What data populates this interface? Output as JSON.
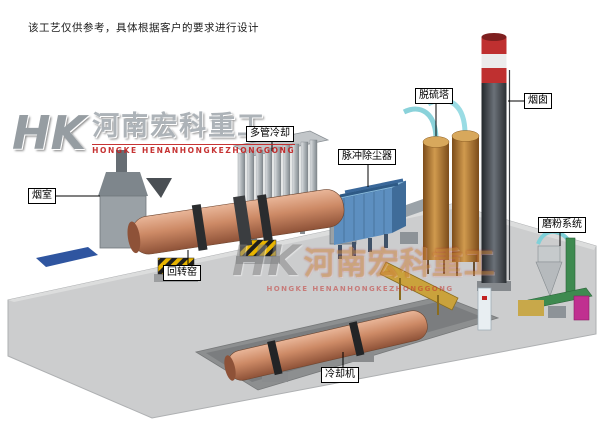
{
  "disclaimer": "该工艺仅供参考，具体根据客户的要求进行设计",
  "watermark": {
    "logo_text": "HK",
    "company_cn": "河南宏科重工",
    "company_en": "HONGKE HENANHONGKEZHONGGONG"
  },
  "labels": {
    "smoke_chamber": "烟室",
    "rotary_kiln": "回转窑",
    "multi_tube_cooler": "多管冷却",
    "pulse_dust_collector": "脉冲除尘器",
    "desulfurization_tower": "脱硫塔",
    "chimney": "烟囱",
    "grinding_system": "磨粉系统",
    "cooling_machine": "冷却机"
  },
  "colors": {
    "kiln_salmon": "#cd8a66",
    "collector_blue": "#5d8fc0",
    "tower_brown": "#c08a3e",
    "chimney_dark": "#3c4146",
    "band_red": "#bf3030",
    "hazard_yellow": "#e8b400",
    "platform_gray": "#cccdce",
    "watermark_red": "#cc2a2a"
  }
}
